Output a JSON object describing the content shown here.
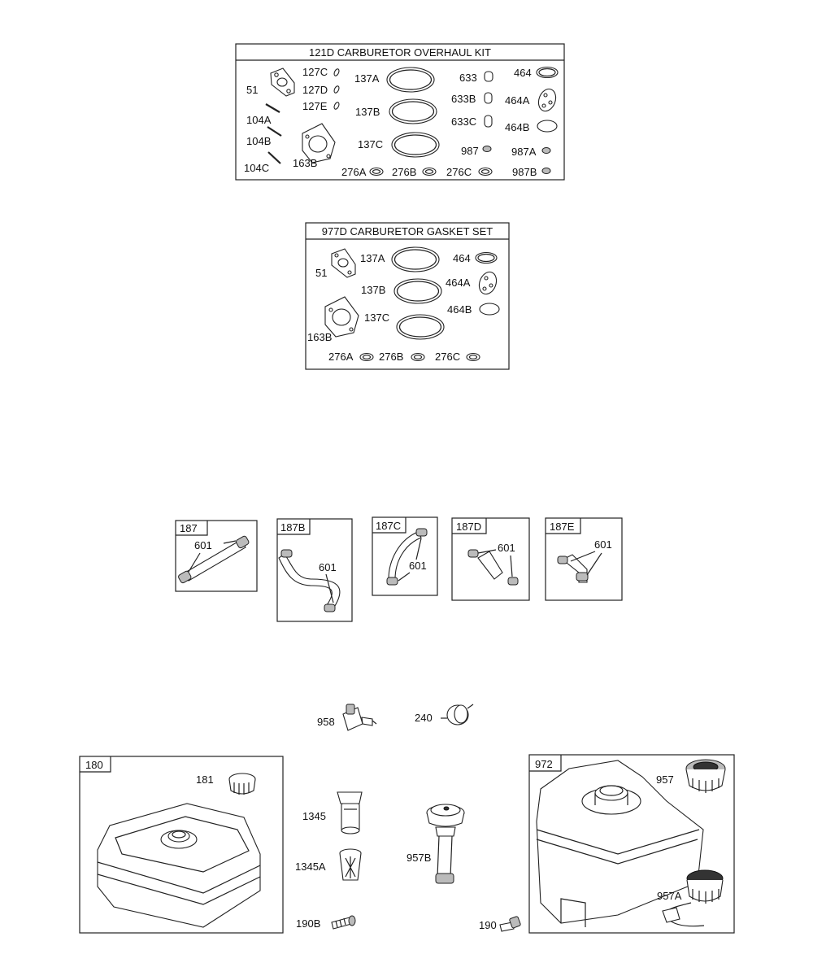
{
  "overhaul_kit": {
    "title": "121D CARBURETOR OVERHAUL KIT",
    "labels": {
      "p51": "51",
      "p127c": "127C",
      "p127d": "127D",
      "p127e": "127E",
      "p104a": "104A",
      "p104b": "104B",
      "p104c": "104C",
      "p163b": "163B",
      "p137a": "137A",
      "p137b": "137B",
      "p137c": "137C",
      "p633": "633",
      "p633b": "633B",
      "p633c": "633C",
      "p987": "987",
      "p464": "464",
      "p464a": "464A",
      "p464b": "464B",
      "p987a": "987A",
      "p276a": "276A",
      "p276b": "276B",
      "p276c": "276C",
      "p987b": "987B"
    }
  },
  "gasket_set": {
    "title": "977D CARBURETOR GASKET SET",
    "labels": {
      "p51": "51",
      "p163b": "163B",
      "p137a": "137A",
      "p137b": "137B",
      "p137c": "137C",
      "p464": "464",
      "p464a": "464A",
      "p464b": "464B",
      "p276a": "276A",
      "p276b": "276B",
      "p276c": "276C"
    }
  },
  "fuel_lines": [
    {
      "title": "187",
      "part": "601"
    },
    {
      "title": "187B",
      "part": "601"
    },
    {
      "title": "187C",
      "part": "601"
    },
    {
      "title": "187D",
      "part": "601"
    },
    {
      "title": "187E",
      "part": "601"
    }
  ],
  "loose_parts": {
    "p958": "958",
    "p240": "240",
    "p1345": "1345",
    "p1345a": "1345A",
    "p957b": "957B",
    "p190b": "190B",
    "p190": "190"
  },
  "tank_180": {
    "title": "180",
    "cap": "181"
  },
  "tank_972": {
    "title": "972",
    "cap": "957",
    "cap_vented": "957A"
  }
}
